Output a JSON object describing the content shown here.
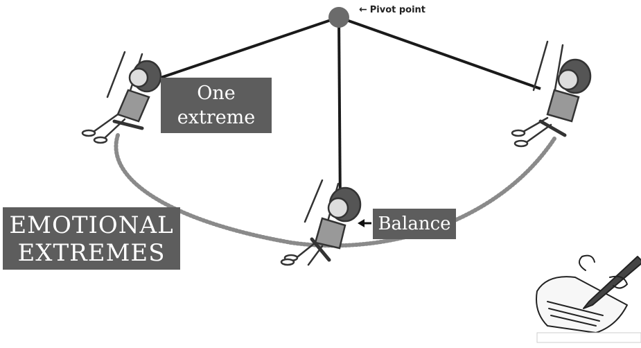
{
  "pivot": {
    "arrow": "←",
    "label": "Pivot point"
  },
  "labels": {
    "one_extreme_line1": "One",
    "one_extreme_line2": "extreme",
    "balance": "Balance",
    "emotional_line1": "EMOTIONAL",
    "emotional_line2": "EXTREMES"
  },
  "colors": {
    "pivot": "#6b6b6b",
    "rope": "#1a1a1a",
    "label_bg": "#5d5d5d",
    "label_text": "#ffffff",
    "dots": "#8a8a8a"
  },
  "icons": [
    "swinging-girl-left-icon",
    "swinging-girl-center-icon",
    "swinging-girl-right-icon",
    "pencil-paper-icon"
  ]
}
